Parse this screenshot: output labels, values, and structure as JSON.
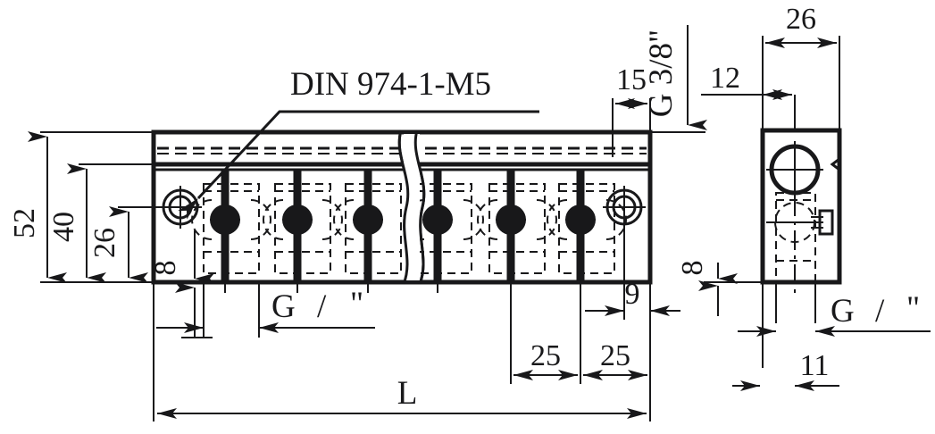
{
  "drawing": {
    "type": "engineering-dimensioned-drawing",
    "subject": "Manifold rail / distributor block with G ports",
    "background_color": "#ffffff",
    "line_color": "#18181a"
  },
  "labels": {
    "din_callout": "DIN 974-1-M5",
    "length_symbol": "L",
    "thread_main_front": "G",
    "thread_slash_front": "/",
    "thread_inch_front": "\"",
    "thread_main_side": "G",
    "thread_slash_side": "/",
    "thread_inch_side": "\"",
    "port_thread_top": "G 3/8\""
  },
  "dimensions": {
    "front_view": {
      "height_overall": "52",
      "height_to_top_rail": "40",
      "height_to_port_axis": "26",
      "edge_offset_bottom": "8",
      "end_offset_right": "9",
      "port_end_distance": "15",
      "port_pitch_1": "25",
      "port_pitch_2": "25",
      "overall_length": "L"
    },
    "side_view": {
      "width_overall": "26",
      "width_to_center": "12",
      "height_bottom_offset": "8",
      "hole_offset": "11"
    }
  },
  "views": [
    {
      "name": "front-view",
      "description": "Long manifold rail, broken in middle, with seven port assemblies and two DIN 974-1-M5 counterbores"
    },
    {
      "name": "side-view",
      "description": "End section showing port bore and mounting hole"
    }
  ],
  "features": {
    "port_count_front": 7,
    "counterbore_count": 2,
    "break_line": "double-S interrupted break"
  }
}
